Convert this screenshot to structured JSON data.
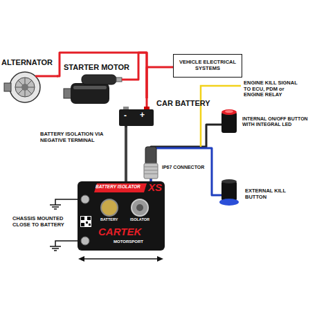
{
  "diagram": {
    "nodes": [
      {
        "text": [
          "ALTERNATOR"
        ]
      },
      {
        "text": [
          "STARTER MOTOR"
        ]
      },
      {
        "text": [
          "VEHICLE ELECTRICAL SYSTEMS"
        ]
      },
      {
        "text": [
          "CAR BATTERY",
          "-",
          "+"
        ]
      },
      {
        "text": [
          "BATTERY ISOLATOR",
          "XS",
          "BATTERY",
          "ISOLATOR",
          "CARTEK",
          "MOTORSPORT"
        ]
      },
      {
        "text": [
          "INTERNAL ON/OFF BUTTON WITH INTEGRAL LED"
        ]
      },
      {
        "text": [
          "EXTERNAL KILL BUTTON"
        ]
      }
    ],
    "edges": [
      {
        "from": 0,
        "to": 3,
        "arrow": "none"
      },
      {
        "from": 1,
        "to": 3,
        "arrow": "none"
      },
      {
        "from": 2,
        "to": 3,
        "arrow": "none"
      },
      {
        "from": 3,
        "to": 4,
        "arrow": "none"
      },
      {
        "from": 4,
        "to": 5,
        "arrow": "none"
      },
      {
        "from": 4,
        "to": 6,
        "arrow": "none"
      }
    ],
    "labels": [
      "ENGINE KILL SIGNAL TO ECU, PDM or ENGINE RELAY",
      "BATTERY ISOLATION VIA NEGATIVE TERMINAL",
      "IP67 CONNECTOR",
      "CHASSIS MOUNTED CLOSE TO BATTERY"
    ]
  }
}
